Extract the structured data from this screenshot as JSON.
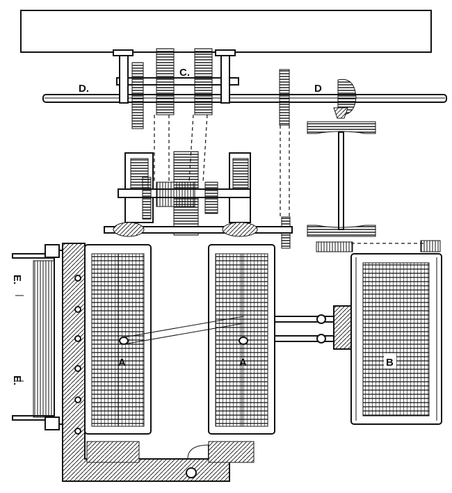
{
  "labels": {
    "c": "C.",
    "d_left": "D.",
    "d_right": "D",
    "e_top": "E.",
    "e_bottom": "E.",
    "a_left": "A",
    "a_right": "A",
    "b": "B"
  },
  "colors": {
    "ink": "#111111",
    "paper": "#ffffff"
  }
}
